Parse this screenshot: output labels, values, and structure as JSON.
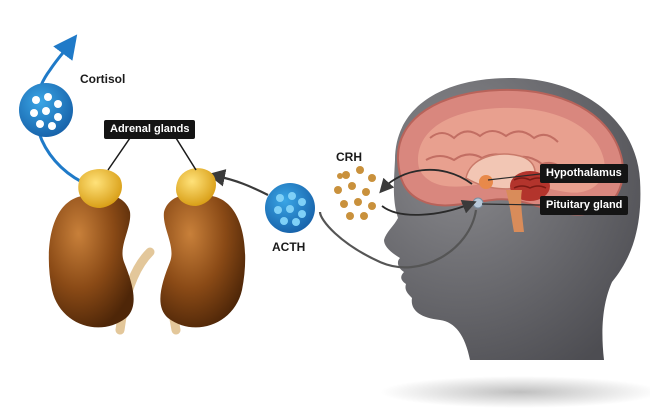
{
  "labels": {
    "cortisol": "Cortisol",
    "adrenal_glands": "Adrenal glands",
    "crh": "CRH",
    "acth": "ACTH",
    "hypothalamus": "Hypothalamus",
    "pituitary_gland": "Pituitary gland"
  },
  "colors": {
    "head": "#6e6e72",
    "brain_outer": "#d9877e",
    "brain_inner": "#e8a08f",
    "kidney": "#8a4a16",
    "adrenal": "#e8b820",
    "hormone_blue": "#2d8fd0",
    "crh_dots": "#c9913c",
    "arrow": "#3a3a3a",
    "cortisol_arrow": "#1f7ac8"
  }
}
